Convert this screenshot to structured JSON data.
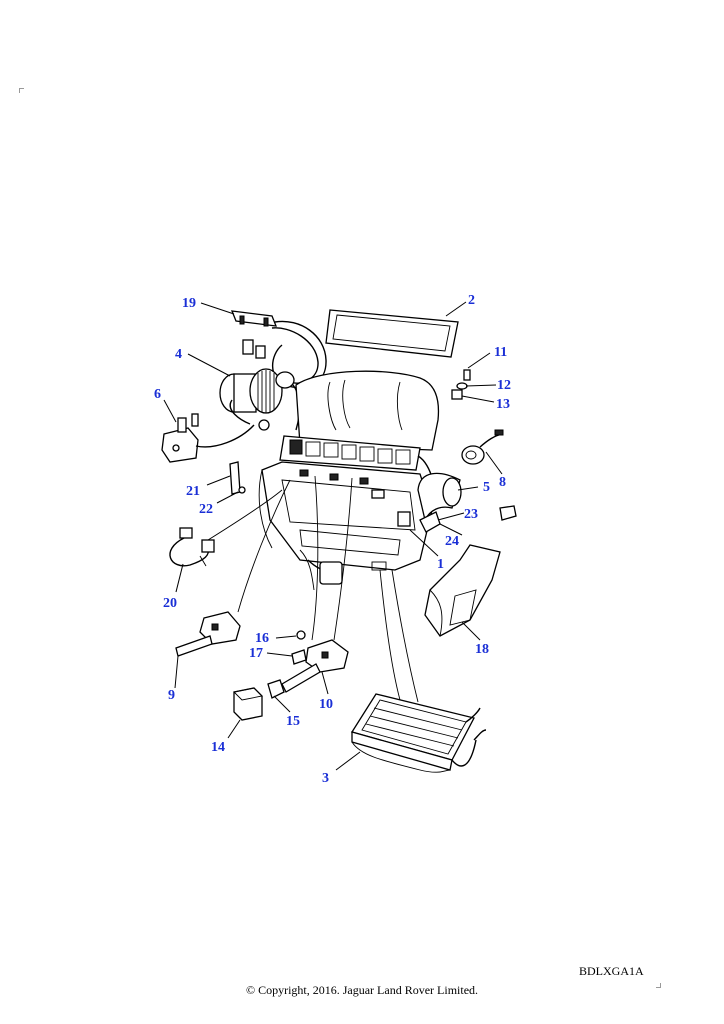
{
  "diagram": {
    "callouts": [
      "1",
      "2",
      "3",
      "4",
      "5",
      "6",
      "8",
      "9",
      "10",
      "11",
      "12",
      "13",
      "14",
      "15",
      "16",
      "17",
      "18",
      "19",
      "20",
      "21",
      "22",
      "23",
      "24"
    ]
  },
  "footer": {
    "ref_code": "BDLXGA1A",
    "copyright": "© Copyright, 2016. Jaguar Land Rover Limited."
  }
}
